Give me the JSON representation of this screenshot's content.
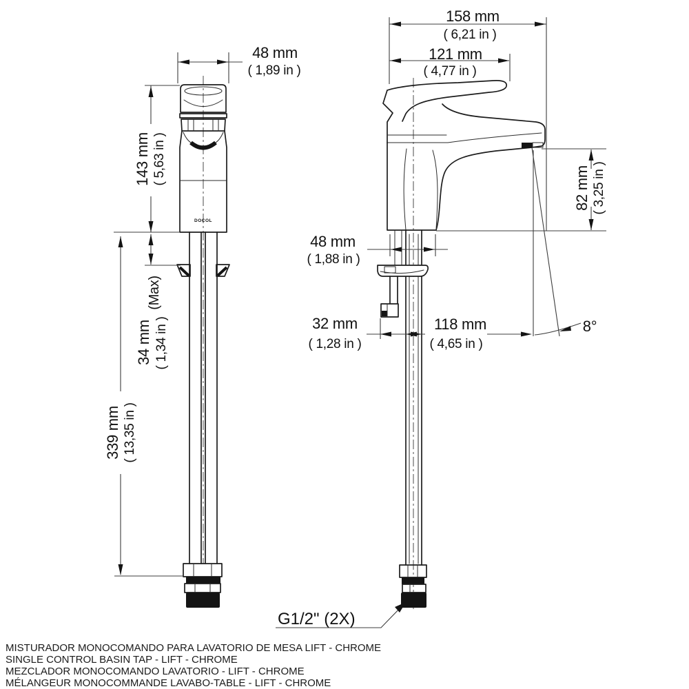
{
  "drawing": {
    "front_view": {
      "width_mm": "48 mm",
      "width_in": "( 1,89 in )",
      "height_mm": "143 mm",
      "height_in": "( 5,63 in )",
      "deck_mm": "34 mm",
      "deck_in": "( 1,34 in )",
      "deck_note": "(Max)",
      "shank_mm": "339 mm",
      "shank_in": "( 13,35 in )",
      "logo": "DOCOL"
    },
    "side_view": {
      "depth_mm": "158 mm",
      "depth_in": "( 6,21 in )",
      "handle_mm": "121 mm",
      "handle_in": "( 4,77 in )",
      "spout_height_mm": "82 mm",
      "spout_height_in": "( 3,25 in )",
      "base_mm": "48 mm",
      "base_in": "( 1,88 in )",
      "inlet_mm": "32 mm",
      "inlet_in": "( 1,28 in )",
      "reach_mm": "118 mm",
      "reach_in": "( 4,65 in )",
      "spout_angle": "8°"
    },
    "thread_label": "G1/2\" (2X)"
  },
  "captions": [
    "MISTURADOR MONOCOMANDO PARA LAVATORIO DE MESA LIFT - CHROME",
    "SINGLE CONTROL BASIN TAP - LIFT - CHROME",
    "MEZCLADOR MONOCOMANDO LAVATORIO - LIFT - CHROME",
    "MÉLANGEUR MONOCOMMANDE LAVABO-TABLE - LIFT - CHROME"
  ]
}
